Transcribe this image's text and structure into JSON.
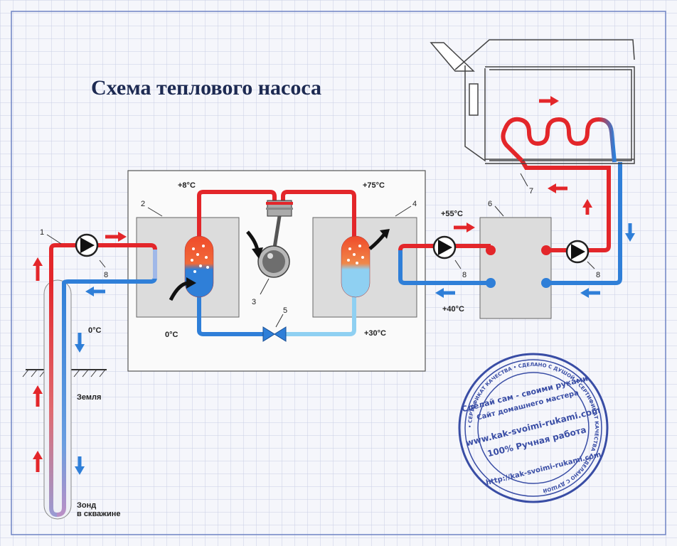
{
  "title": "Схема теплового насоса",
  "temps": {
    "t_plus8": "+8°C",
    "t_plus75": "+75°C",
    "t_plus55": "+55°C",
    "t_plus40": "+40°C",
    "t_plus30": "+30°C",
    "t_zero_inner": "0°C",
    "t_zero_probe": "0°C"
  },
  "labels": {
    "ground": "Земля",
    "probe_line1": "Зонд",
    "probe_line2": "в скважине"
  },
  "numbers": {
    "n1": "1",
    "n2": "2",
    "n3": "3",
    "n4": "4",
    "n5": "5",
    "n6": "6",
    "n7": "7",
    "n8a": "8",
    "n8b": "8",
    "n8c": "8"
  },
  "stamp": {
    "text1": "Сделай сам - своими руками",
    "text2": "Сайт домашнего мастера",
    "text3": "www.kak-svoimi-rukami.com",
    "text4": "100% Ручная работа",
    "text5": "http://kak-svoimi-rukami.com",
    "ring": "• СЕРТИФИКАТ КАЧЕСТВА • СДЕЛАНО С ДУШОЙ • СЕРТИФИКАТ КАЧЕСТВА • СДЕЛАНО С ДУШОЙ"
  },
  "colors": {
    "hot": "#e3262a",
    "cold": "#2f7fd8",
    "warm_cold": "#7fc3ee",
    "box": "#dcdcdc",
    "stamp": "#2a3f9e"
  }
}
